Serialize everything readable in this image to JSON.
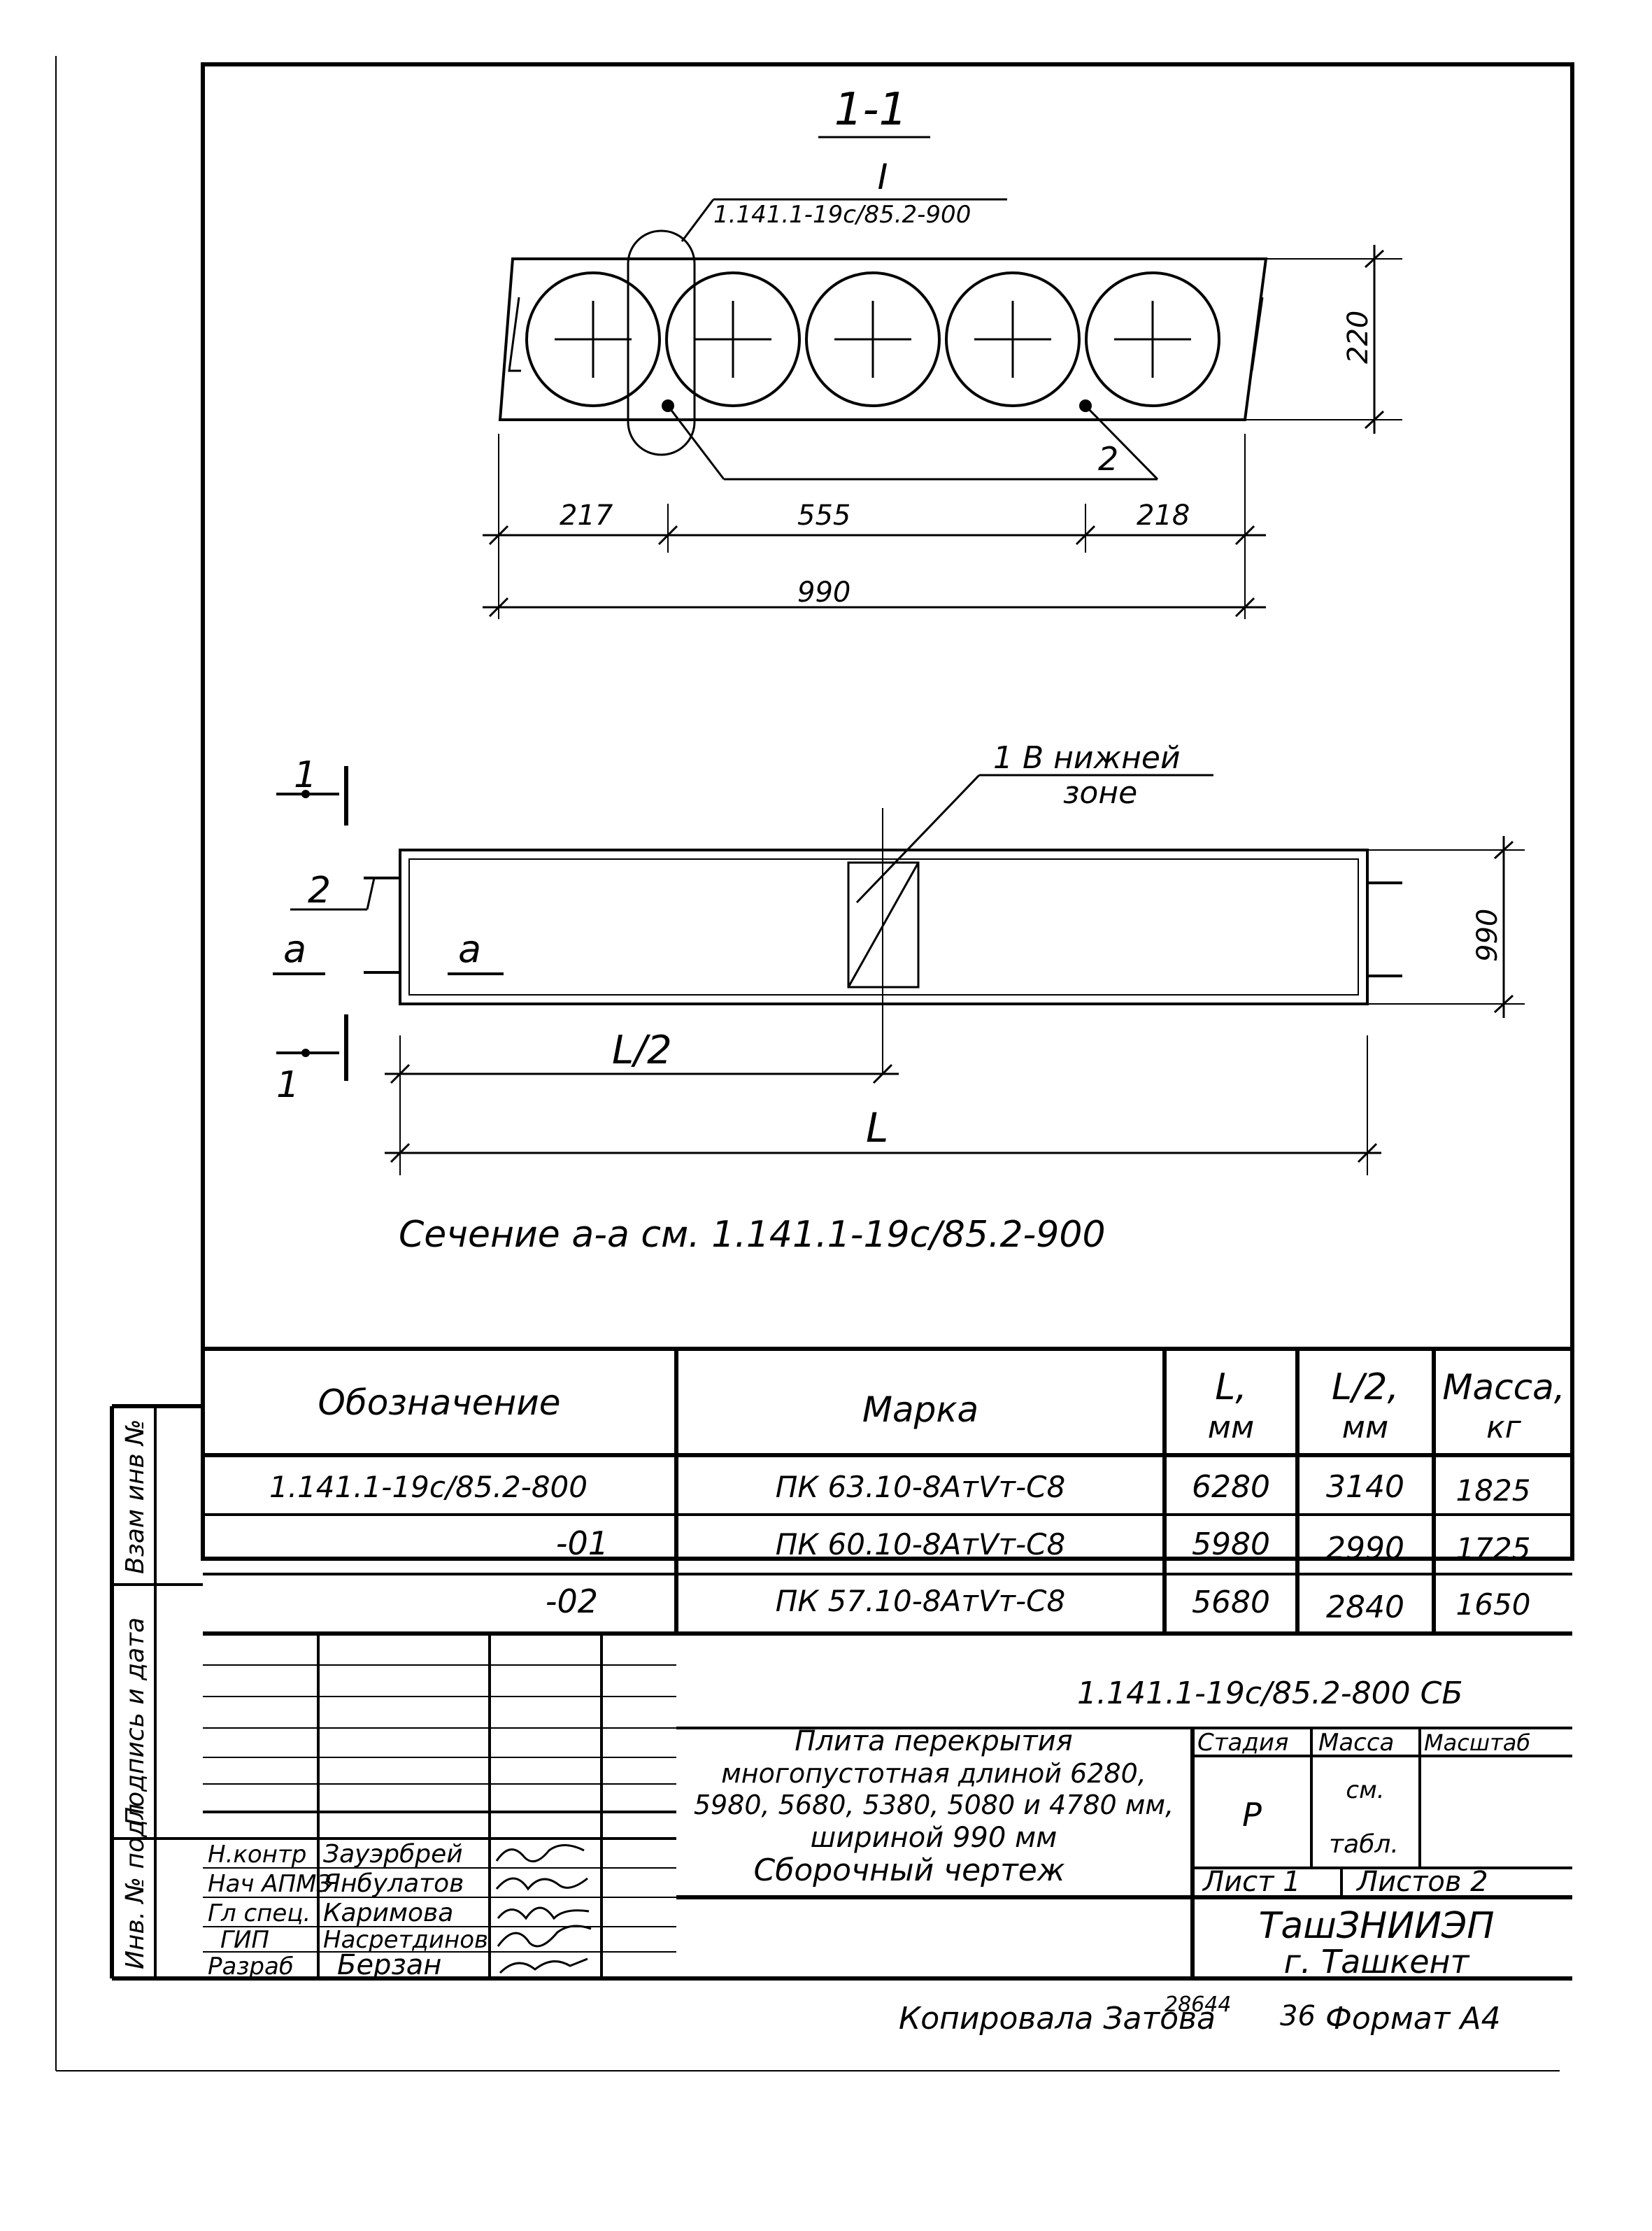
{
  "section": {
    "title": "1-1",
    "node_mark": "I",
    "node_ref": "1.141.1-19с/85.2-900",
    "dims": {
      "left": "217",
      "mid": "555",
      "right": "218",
      "width": "990",
      "height": "220"
    },
    "pos2": "2"
  },
  "plan": {
    "cut_mark_top": "1",
    "cut_mark_bottom": "1",
    "pos2": "2",
    "section_a_left": "а",
    "section_a_right": "а",
    "pos1_note_line1": "1 В нижней",
    "pos1_note_line2": "зоне",
    "half_length": "L/2",
    "length": "L",
    "width": "990"
  },
  "section_note": "Сечение а-а см. 1.141.1-19с/85.2-900",
  "spec_table": {
    "headers": {
      "designation": "Обозначение",
      "mark": "Марка",
      "L_line1": "L,",
      "L_line2": "мм",
      "L2_line1": "L/2,",
      "L2_line2": "мм",
      "mass_line1": "Масса,",
      "mass_line2": "кг"
    },
    "rows": [
      {
        "designation": "1.141.1-19с/85.2-800",
        "mark": "ПК 63.10-8АтⅤт-С8",
        "L": "6280",
        "L2": "3140",
        "mass": "1825"
      },
      {
        "designation": "-01",
        "mark": "ПК 60.10-8АтⅤт-С8",
        "L": "5980",
        "L2": "2990",
        "mass": "1725"
      },
      {
        "designation": "-02",
        "mark": "ПК 57.10-8АтⅤт-С8",
        "L": "5680",
        "L2": "2840",
        "mass": "1650"
      }
    ]
  },
  "title_block": {
    "doc_code": "1.141.1-19с/85.2-800 СБ",
    "description": [
      "Плита перекрытия",
      "многопустотная длиной 6280,",
      "5980, 5680, 5380, 5080 и 4780 мм,",
      "шириной 990 мм",
      "Сборочный чертеж"
    ],
    "stage_label": "Стадия",
    "mass_label": "Масса",
    "scale_label": "Масштаб",
    "stage_value": "Р",
    "mass_value_line1": "см.",
    "mass_value_line2": "табл.",
    "sheet_label": "Лист 1",
    "sheets_label": "Листов 2",
    "org_line1": "ТашЗНИИЭП",
    "org_line2": "г. Ташкент",
    "signatures": [
      {
        "role": "Н.контр",
        "name": "Зауэрбрей"
      },
      {
        "role": "Нач АПМ3",
        "name": "Янбулатов"
      },
      {
        "role": "Гл спец.",
        "name": "Каримова"
      },
      {
        "role": "ГИП",
        "name": "Насретдинов"
      },
      {
        "role": "Разраб",
        "name": "Берзан"
      }
    ]
  },
  "side_stamps": {
    "inv_replace": "Взам инв №",
    "sign_date": "Подпись и дата",
    "inv_orig": "Инв. № подл"
  },
  "footer": {
    "copied": "Копировала Затова",
    "number": "28644",
    "sheet": "36",
    "format": "Формат А4"
  }
}
